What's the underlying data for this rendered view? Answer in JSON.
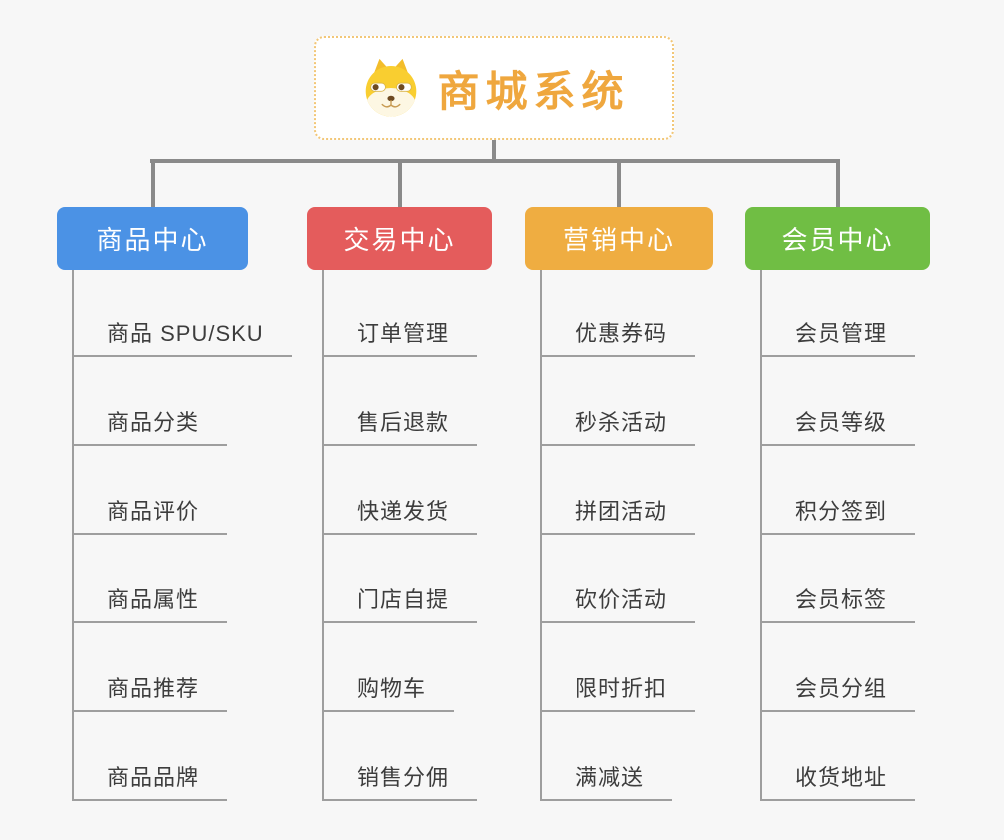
{
  "root": {
    "title": "商城系统",
    "icon": "shiba-dog-icon"
  },
  "branches": [
    {
      "label": "商品中心",
      "color": "#4b92e5",
      "items": [
        "商品 SPU/SKU",
        "商品分类",
        "商品评价",
        "商品属性",
        "商品推荐",
        "商品品牌"
      ]
    },
    {
      "label": "交易中心",
      "color": "#e45c5c",
      "items": [
        "订单管理",
        "售后退款",
        "快递发货",
        "门店自提",
        "购物车",
        "销售分佣"
      ]
    },
    {
      "label": "营销中心",
      "color": "#efad41",
      "items": [
        "优惠券码",
        "秒杀活动",
        "拼团活动",
        "砍价活动",
        "限时折扣",
        "满减送"
      ]
    },
    {
      "label": "会员中心",
      "color": "#70be44",
      "items": [
        "会员管理",
        "会员等级",
        "积分签到",
        "会员标签",
        "会员分组",
        "收货地址"
      ]
    }
  ],
  "colors": {
    "background": "#f7f7f7",
    "root_title": "#efa73e",
    "root_border": "#f2c778",
    "connector": "#8a8a8a",
    "branch_line": "#9e9e9e",
    "item_text": "#3d3d3d"
  }
}
